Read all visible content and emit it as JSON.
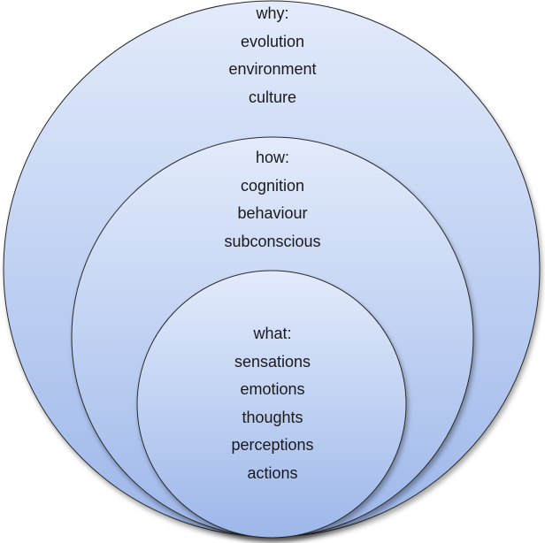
{
  "diagram": {
    "circles": [
      {
        "heading": "why:",
        "items": [
          "evolution",
          "environment",
          "culture"
        ]
      },
      {
        "heading": "how:",
        "items": [
          "cognition",
          "behaviour",
          "subconscious"
        ]
      },
      {
        "heading": "what:",
        "items": [
          "sensations",
          "emotions",
          "thoughts",
          "perceptions",
          "actions"
        ]
      }
    ],
    "colors": {
      "fill_top": "#e3ebfb",
      "fill_bottom": "#9db7ea",
      "stroke": "#2b2b2b",
      "text": "#1a1a1a"
    }
  }
}
